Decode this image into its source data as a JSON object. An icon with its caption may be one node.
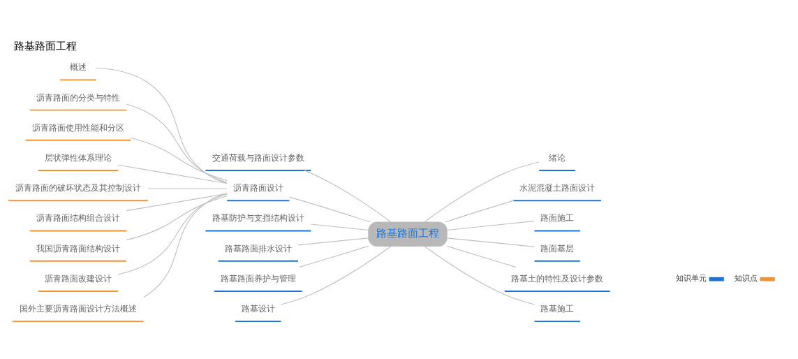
{
  "diagram": {
    "title": "路基路面工程",
    "nodes": [
      {
        "text": [
          "路基路面工程"
        ]
      },
      {
        "text": [
          "交通荷载与路面设计参数"
        ]
      },
      {
        "text": [
          "沥青路面设计"
        ]
      },
      {
        "text": [
          "概述"
        ]
      },
      {
        "text": [
          "沥青路面的分类与特性"
        ]
      },
      {
        "text": [
          "沥青路面使用性能和分区"
        ]
      },
      {
        "text": [
          "层状弹性体系理论"
        ]
      },
      {
        "text": [
          "沥青路面的破坏状态及其控制设计"
        ]
      },
      {
        "text": [
          "沥青路面结构组合设计"
        ]
      },
      {
        "text": [
          "我国沥青路面结构设计"
        ]
      },
      {
        "text": [
          "沥青路面改建设计"
        ]
      },
      {
        "text": [
          "国外主要沥青路面设计方法概述"
        ]
      },
      {
        "text": [
          "路基防护与支挡结构设计"
        ]
      },
      {
        "text": [
          "路基路面排水设计"
        ]
      },
      {
        "text": [
          "路基路面养护与管理"
        ]
      },
      {
        "text": [
          "路基设计"
        ]
      },
      {
        "text": [
          "绪论"
        ]
      },
      {
        "text": [
          "水泥混凝土路面设计"
        ]
      },
      {
        "text": [
          "路面施工"
        ]
      },
      {
        "text": [
          "路面基层"
        ]
      },
      {
        "text": [
          "路基土的特性及设计参数"
        ]
      },
      {
        "text": [
          "路基施工"
        ]
      }
    ],
    "edges": [
      {
        "from": 1,
        "to": 0,
        "arrow": "none"
      },
      {
        "from": 2,
        "to": 0,
        "arrow": "none"
      },
      {
        "from": 3,
        "to": 2,
        "arrow": "none"
      },
      {
        "from": 4,
        "to": 2,
        "arrow": "none"
      },
      {
        "from": 5,
        "to": 2,
        "arrow": "none"
      },
      {
        "from": 6,
        "to": 2,
        "arrow": "none"
      },
      {
        "from": 7,
        "to": 2,
        "arrow": "none"
      },
      {
        "from": 8,
        "to": 2,
        "arrow": "none"
      },
      {
        "from": 9,
        "to": 2,
        "arrow": "none"
      },
      {
        "from": 10,
        "to": 2,
        "arrow": "none"
      },
      {
        "from": 11,
        "to": 2,
        "arrow": "none"
      },
      {
        "from": 12,
        "to": 0,
        "arrow": "none"
      },
      {
        "from": 13,
        "to": 0,
        "arrow": "none"
      },
      {
        "from": 14,
        "to": 0,
        "arrow": "none"
      },
      {
        "from": 15,
        "to": 0,
        "arrow": "none"
      },
      {
        "from": 0,
        "to": 16,
        "arrow": "none"
      },
      {
        "from": 0,
        "to": 17,
        "arrow": "none"
      },
      {
        "from": 0,
        "to": 18,
        "arrow": "none"
      },
      {
        "from": 0,
        "to": 19,
        "arrow": "none"
      },
      {
        "from": 0,
        "to": 20,
        "arrow": "none"
      },
      {
        "from": 0,
        "to": 21,
        "arrow": "none"
      }
    ],
    "legend": [
      {
        "text": "知识单元",
        "color": "#1a73d9"
      },
      {
        "text": "知识点",
        "color": "#f5922f"
      }
    ]
  }
}
